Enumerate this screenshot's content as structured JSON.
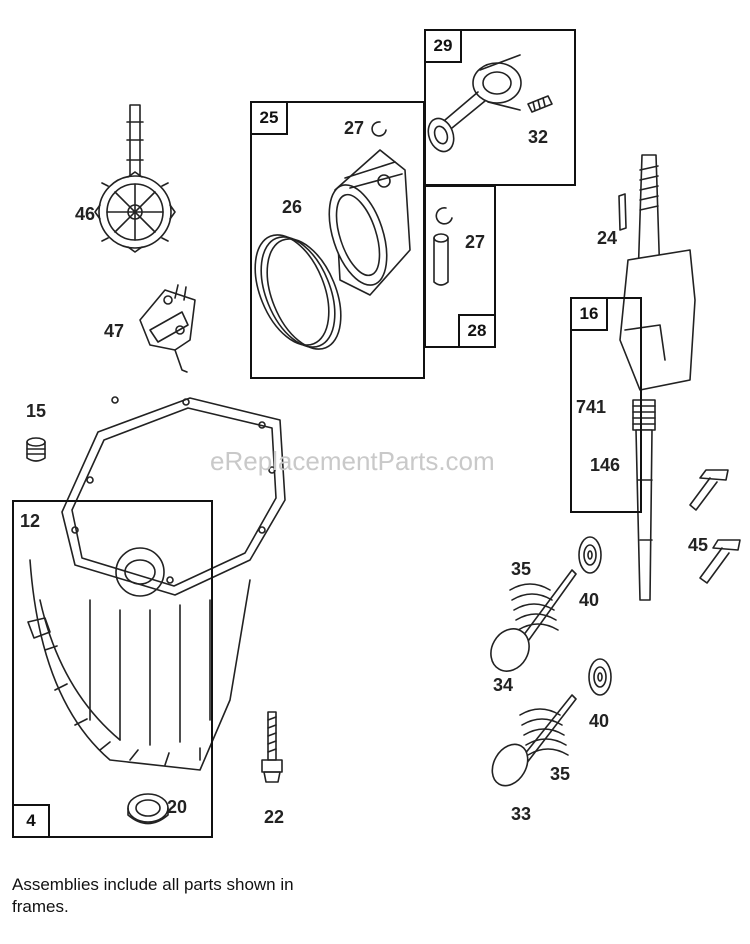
{
  "diagram": {
    "watermark": "eReplacementParts.com",
    "note": "Assemblies include all parts shown in frames.",
    "frames": {
      "f25": "25",
      "f29": "29",
      "f28": "28",
      "f16": "16",
      "f12": "12",
      "f4": "4"
    },
    "parts": {
      "p46": "46",
      "p47": "47",
      "p15": "15",
      "p27a": "27",
      "p26": "26",
      "p32": "32",
      "p27b": "27",
      "p24": "24",
      "p741": "741",
      "p146": "146",
      "p45": "45",
      "p35a": "35",
      "p40a": "40",
      "p34": "34",
      "p40b": "40",
      "p35b": "35",
      "p33": "33",
      "p20": "20",
      "p22": "22"
    }
  }
}
